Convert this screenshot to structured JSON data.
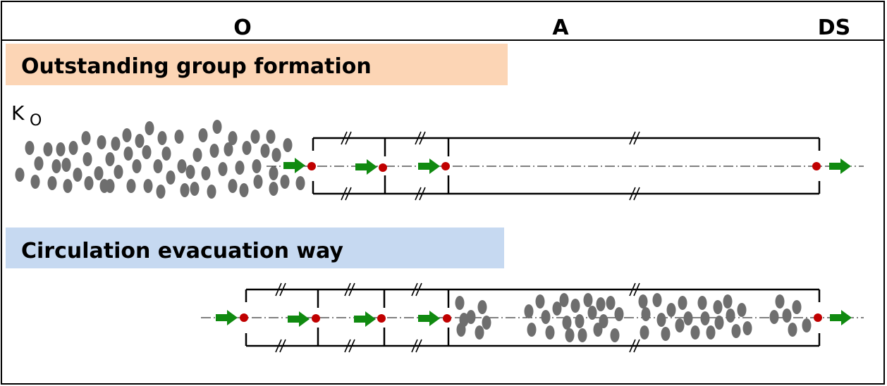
{
  "header": {
    "col_o": "O",
    "col_a": "A",
    "col_ds": "DS"
  },
  "section1": {
    "title": "Outstanding group formation",
    "band_color": "#fcd5b5",
    "source_label": "K",
    "source_subscript": "O"
  },
  "section2": {
    "title": "Circulation evacuation way",
    "band_color": "#c6d9f1"
  },
  "colors": {
    "person": "#6e6e6e",
    "arrow": "#108a10",
    "node": "#c00000",
    "line": "#000000"
  }
}
